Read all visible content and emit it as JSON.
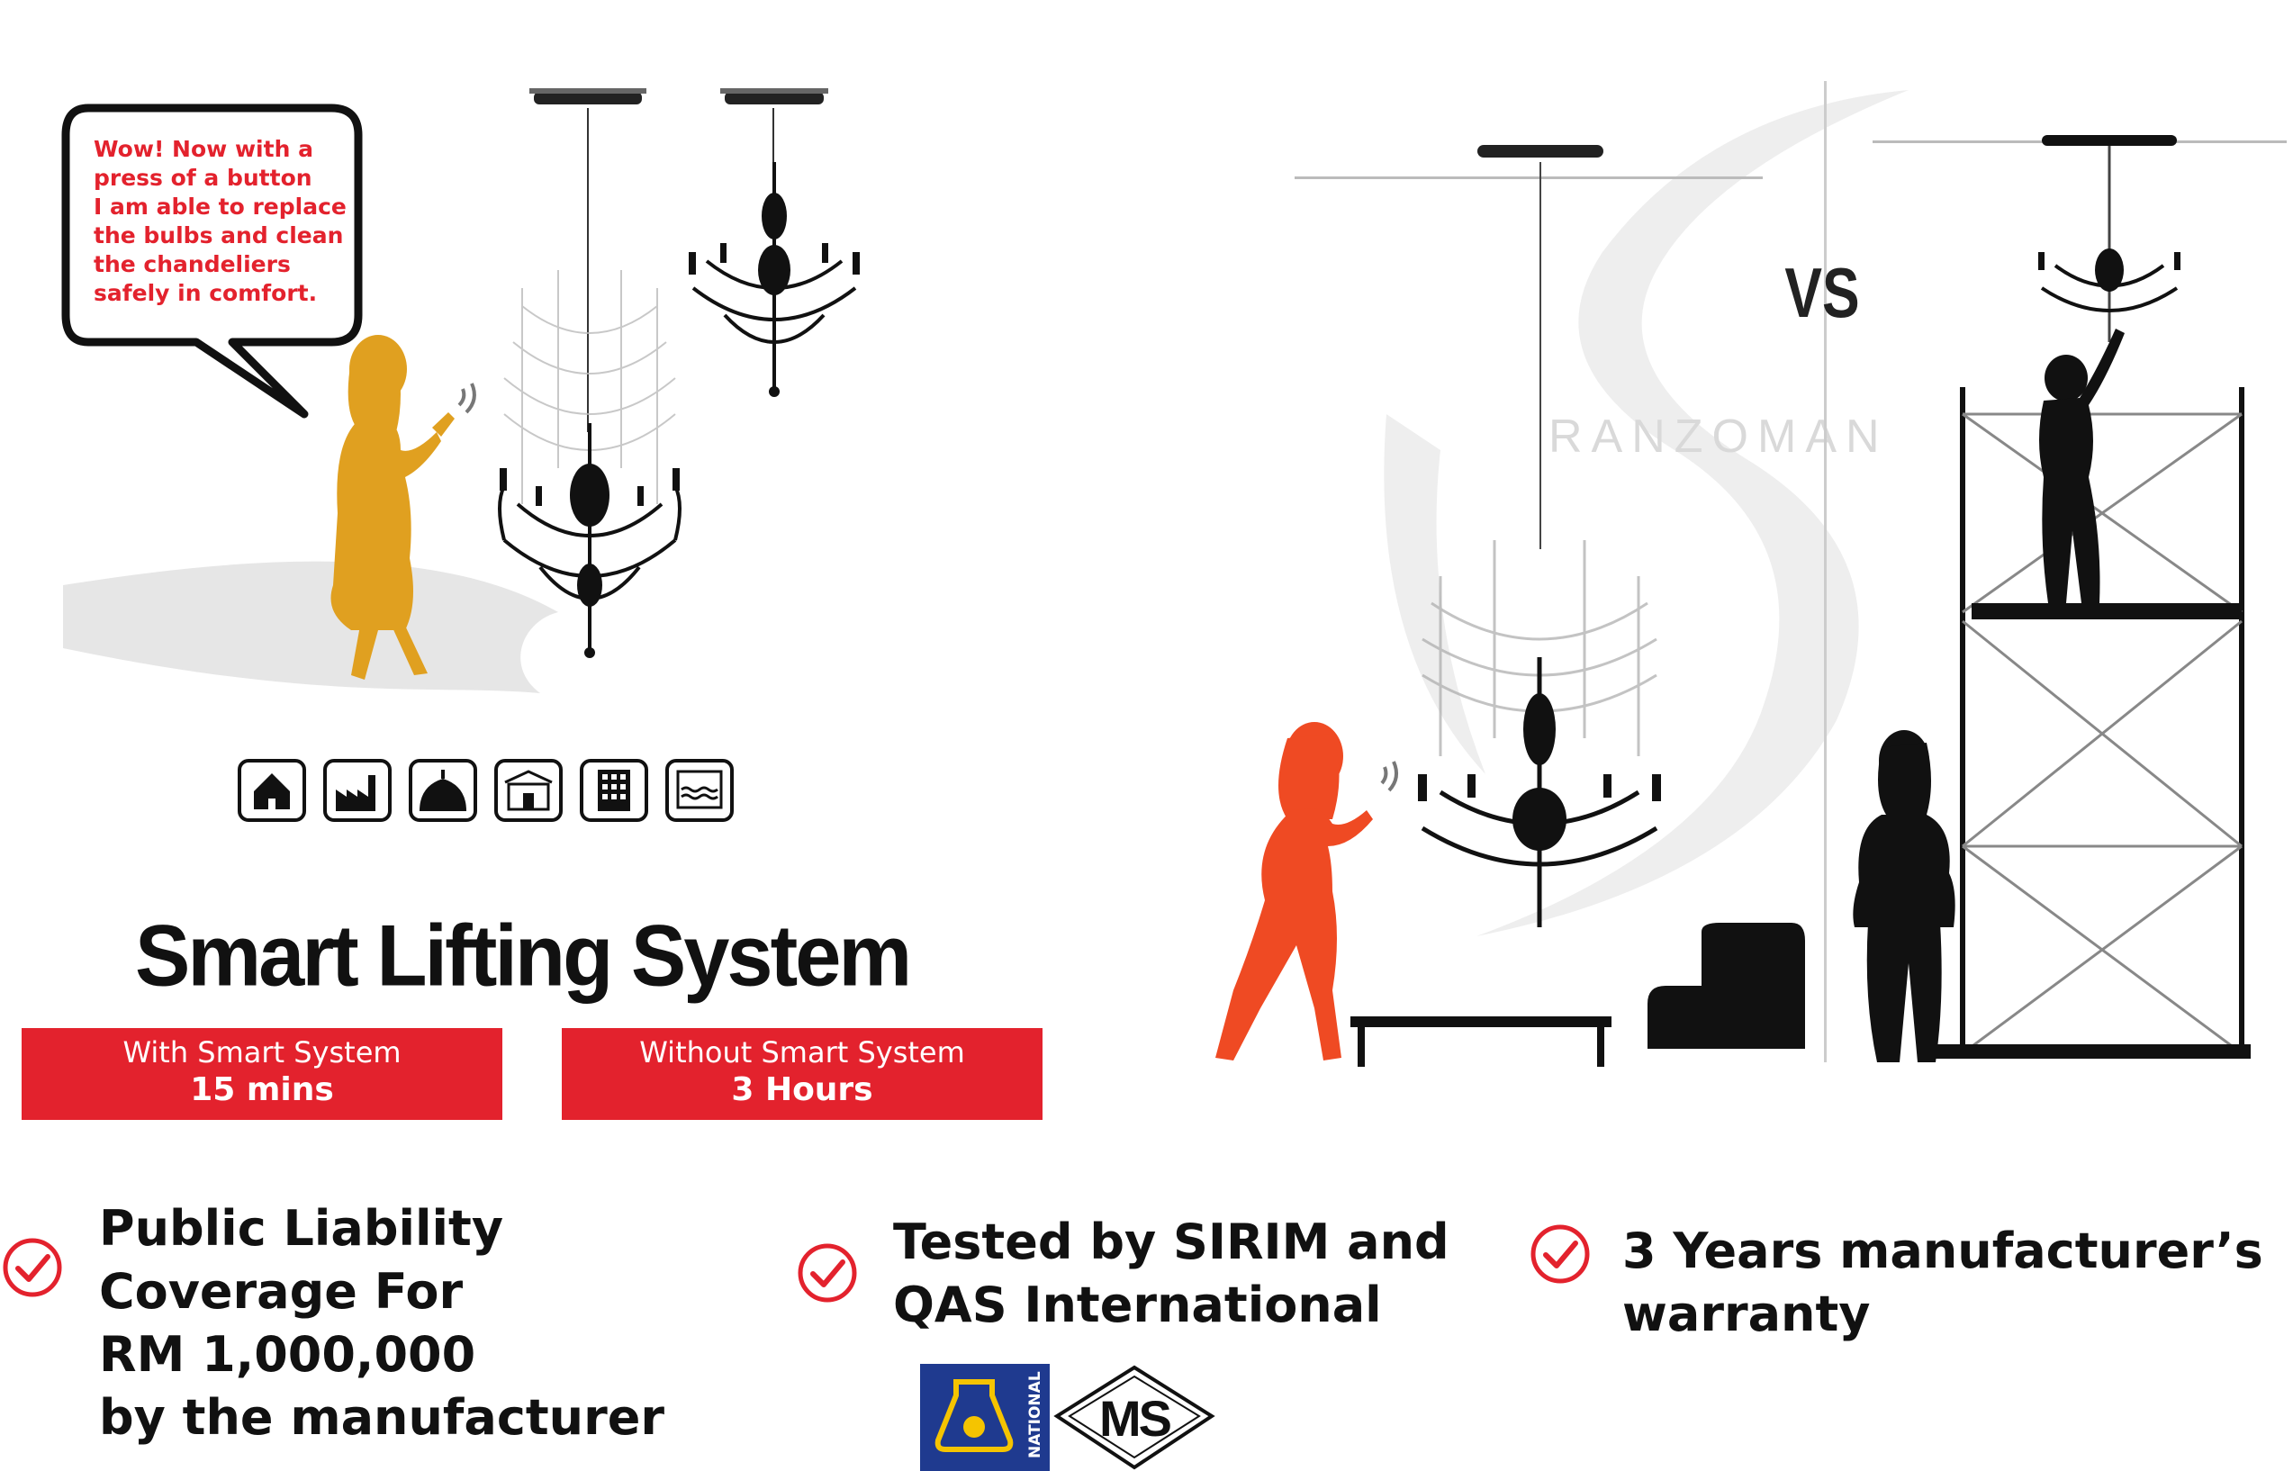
{
  "speech_bubble": {
    "lines": [
      "Wow! Now with a",
      "press of a button",
      "I am able to replace",
      "the bulbs and clean",
      "the chandeliers",
      "safely in comfort."
    ]
  },
  "icons": [
    "house-icon",
    "factory-icon",
    "mosque-icon",
    "hall-icon",
    "building-icon",
    "waves-icon"
  ],
  "title": "Smart Lifting System",
  "comparison": {
    "with": {
      "label": "With Smart System",
      "value": "15 mins"
    },
    "without": {
      "label": "Without Smart System",
      "value": "3 Hours"
    }
  },
  "vs_label": "VS",
  "watermark": "RANZOMAN",
  "features": [
    {
      "lines": [
        "Public Liability",
        "Coverage For",
        "RM 1,000,000",
        "by the manufacturer"
      ]
    },
    {
      "lines": [
        "Tested by SIRIM and",
        "QAS International"
      ]
    },
    {
      "lines": [
        "3 Years manufacturer’s",
        "warranty"
      ]
    }
  ],
  "logos": {
    "left_text": "NATIONAL",
    "right_text": "MS"
  },
  "colors": {
    "accent_red": "#e3222d",
    "woman_yellow": "#e0a020",
    "woman_orange": "#ef4a23",
    "silhouette": "#111111"
  }
}
